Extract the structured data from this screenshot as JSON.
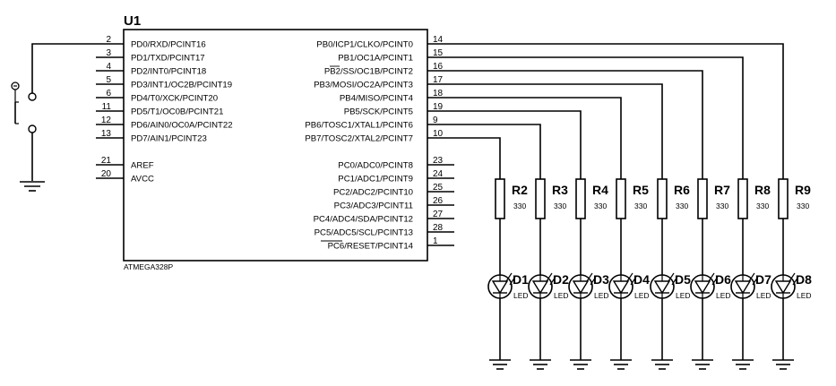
{
  "chip": {
    "ref": "U1",
    "part": "ATMEGA328P",
    "left_pins": [
      {
        "num": "2",
        "label": "PD0/RXD/PCINT16"
      },
      {
        "num": "3",
        "label": "PD1/TXD/PCINT17"
      },
      {
        "num": "4",
        "label": "PD2/INT0/PCINT18"
      },
      {
        "num": "5",
        "label": "PD3/INT1/OC2B/PCINT19"
      },
      {
        "num": "6",
        "label": "PD4/T0/XCK/PCINT20"
      },
      {
        "num": "11",
        "label": "PD5/T1/OC0B/PCINT21"
      },
      {
        "num": "12",
        "label": "PD6/AIN0/OC0A/PCINT22"
      },
      {
        "num": "13",
        "label": "PD7/AIN1/PCINT23"
      },
      {
        "num": "21",
        "label": "AREF"
      },
      {
        "num": "20",
        "label": "AVCC"
      }
    ],
    "right_pins": [
      {
        "num": "14",
        "label": "PB0/ICP1/CLKO/PCINT0"
      },
      {
        "num": "15",
        "label": "PB1/OC1A/PCINT1"
      },
      {
        "num": "16",
        "label": "PB2/SS/OC1B/PCINT2"
      },
      {
        "num": "17",
        "label": "PB3/MOSI/OC2A/PCINT3"
      },
      {
        "num": "18",
        "label": "PB4/MISO/PCINT4"
      },
      {
        "num": "19",
        "label": "PB5/SCK/PCINT5"
      },
      {
        "num": "9",
        "label": "PB6/TOSC1/XTAL1/PCINT6"
      },
      {
        "num": "10",
        "label": "PB7/TOSC2/XTAL2/PCINT7"
      },
      {
        "num": "23",
        "label": "PC0/ADC0/PCINT8"
      },
      {
        "num": "24",
        "label": "PC1/ADC1/PCINT9"
      },
      {
        "num": "25",
        "label": "PC2/ADC2/PCINT10"
      },
      {
        "num": "26",
        "label": "PC3/ADC3/PCINT11"
      },
      {
        "num": "27",
        "label": "PC4/ADC4/SDA/PCINT12"
      },
      {
        "num": "28",
        "label": "PC5/ADC5/SCL/PCINT13"
      },
      {
        "num": "1",
        "label": "PC6/RESET/PCINT14"
      }
    ]
  },
  "resistors": [
    {
      "ref": "R2",
      "value": "330"
    },
    {
      "ref": "R3",
      "value": "330"
    },
    {
      "ref": "R4",
      "value": "330"
    },
    {
      "ref": "R5",
      "value": "330"
    },
    {
      "ref": "R6",
      "value": "330"
    },
    {
      "ref": "R7",
      "value": "330"
    },
    {
      "ref": "R8",
      "value": "330"
    },
    {
      "ref": "R9",
      "value": "330"
    }
  ],
  "leds": [
    {
      "ref": "D1",
      "value": "LED"
    },
    {
      "ref": "D2",
      "value": "LED"
    },
    {
      "ref": "D3",
      "value": "LED"
    },
    {
      "ref": "D4",
      "value": "LED"
    },
    {
      "ref": "D5",
      "value": "LED"
    },
    {
      "ref": "D6",
      "value": "LED"
    },
    {
      "ref": "D7",
      "value": "LED"
    },
    {
      "ref": "D8",
      "value": "LED"
    }
  ]
}
